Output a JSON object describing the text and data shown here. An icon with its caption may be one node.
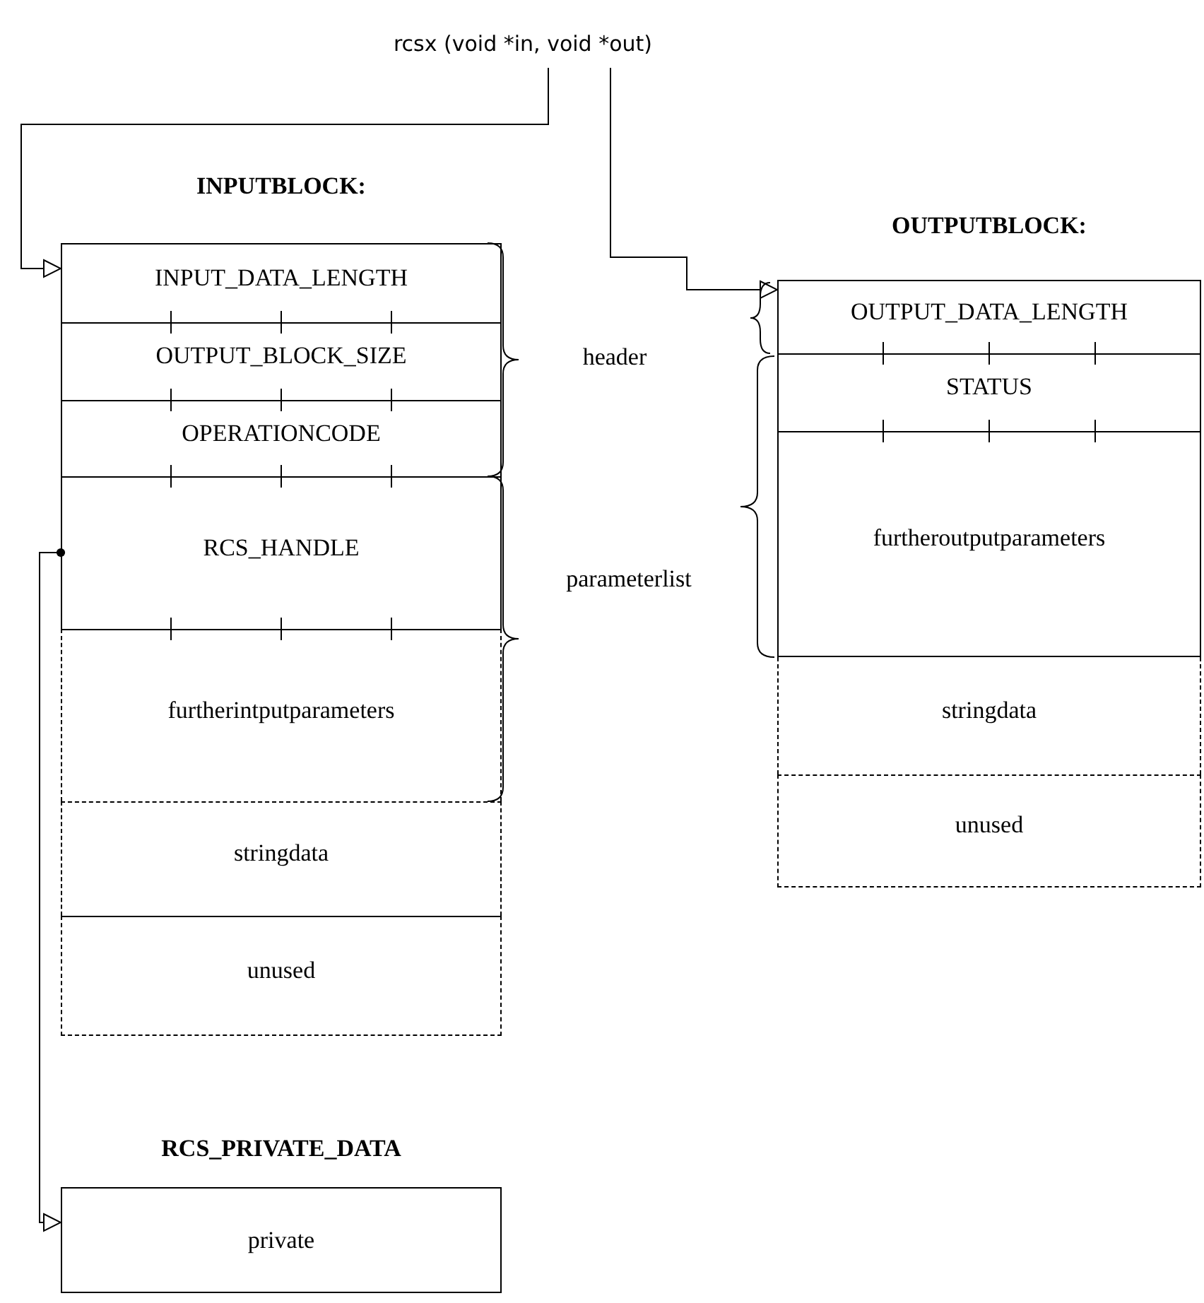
{
  "diagram": {
    "nodes": [
      {
        "text": [
          "rcsx (void *in, void *out)"
        ]
      },
      {
        "text": [
          "INPUTBLOCK:"
        ]
      },
      {
        "text": [
          "INPUT_DATA_LENGTH"
        ],
        "in": 1
      },
      {
        "text": [
          "OUTPUT_BLOCK_SIZE"
        ],
        "in": 1
      },
      {
        "text": [
          "OPERATIONCODE"
        ],
        "in": 1
      },
      {
        "text": [
          "RCS_HANDLE"
        ],
        "in": 1
      },
      {
        "text": [
          "furtherintputparameters"
        ],
        "in": 1
      },
      {
        "text": [
          "stringdata"
        ],
        "in": 1
      },
      {
        "text": [
          "unused"
        ],
        "in": 1
      },
      {
        "text": [
          "OUTPUTBLOCK:"
        ]
      },
      {
        "text": [
          "OUTPUT_DATA_LENGTH"
        ],
        "in": 9
      },
      {
        "text": [
          "STATUS"
        ],
        "in": 9
      },
      {
        "text": [
          "furtheroutputparameters"
        ],
        "in": 9
      },
      {
        "text": [
          "stringdata"
        ],
        "in": 9
      },
      {
        "text": [
          "unused"
        ],
        "in": 9
      },
      {
        "text": [
          "RCS_PRIVATE_DATA",
          "private"
        ]
      }
    ],
    "edges": [
      {
        "from": 0,
        "to": 1,
        "arrow": "to"
      },
      {
        "from": 0,
        "to": 9,
        "arrow": "to"
      },
      {
        "from": 5,
        "to": 15,
        "arrow": "to"
      }
    ],
    "labels": [
      "header",
      "parameterlist"
    ]
  }
}
